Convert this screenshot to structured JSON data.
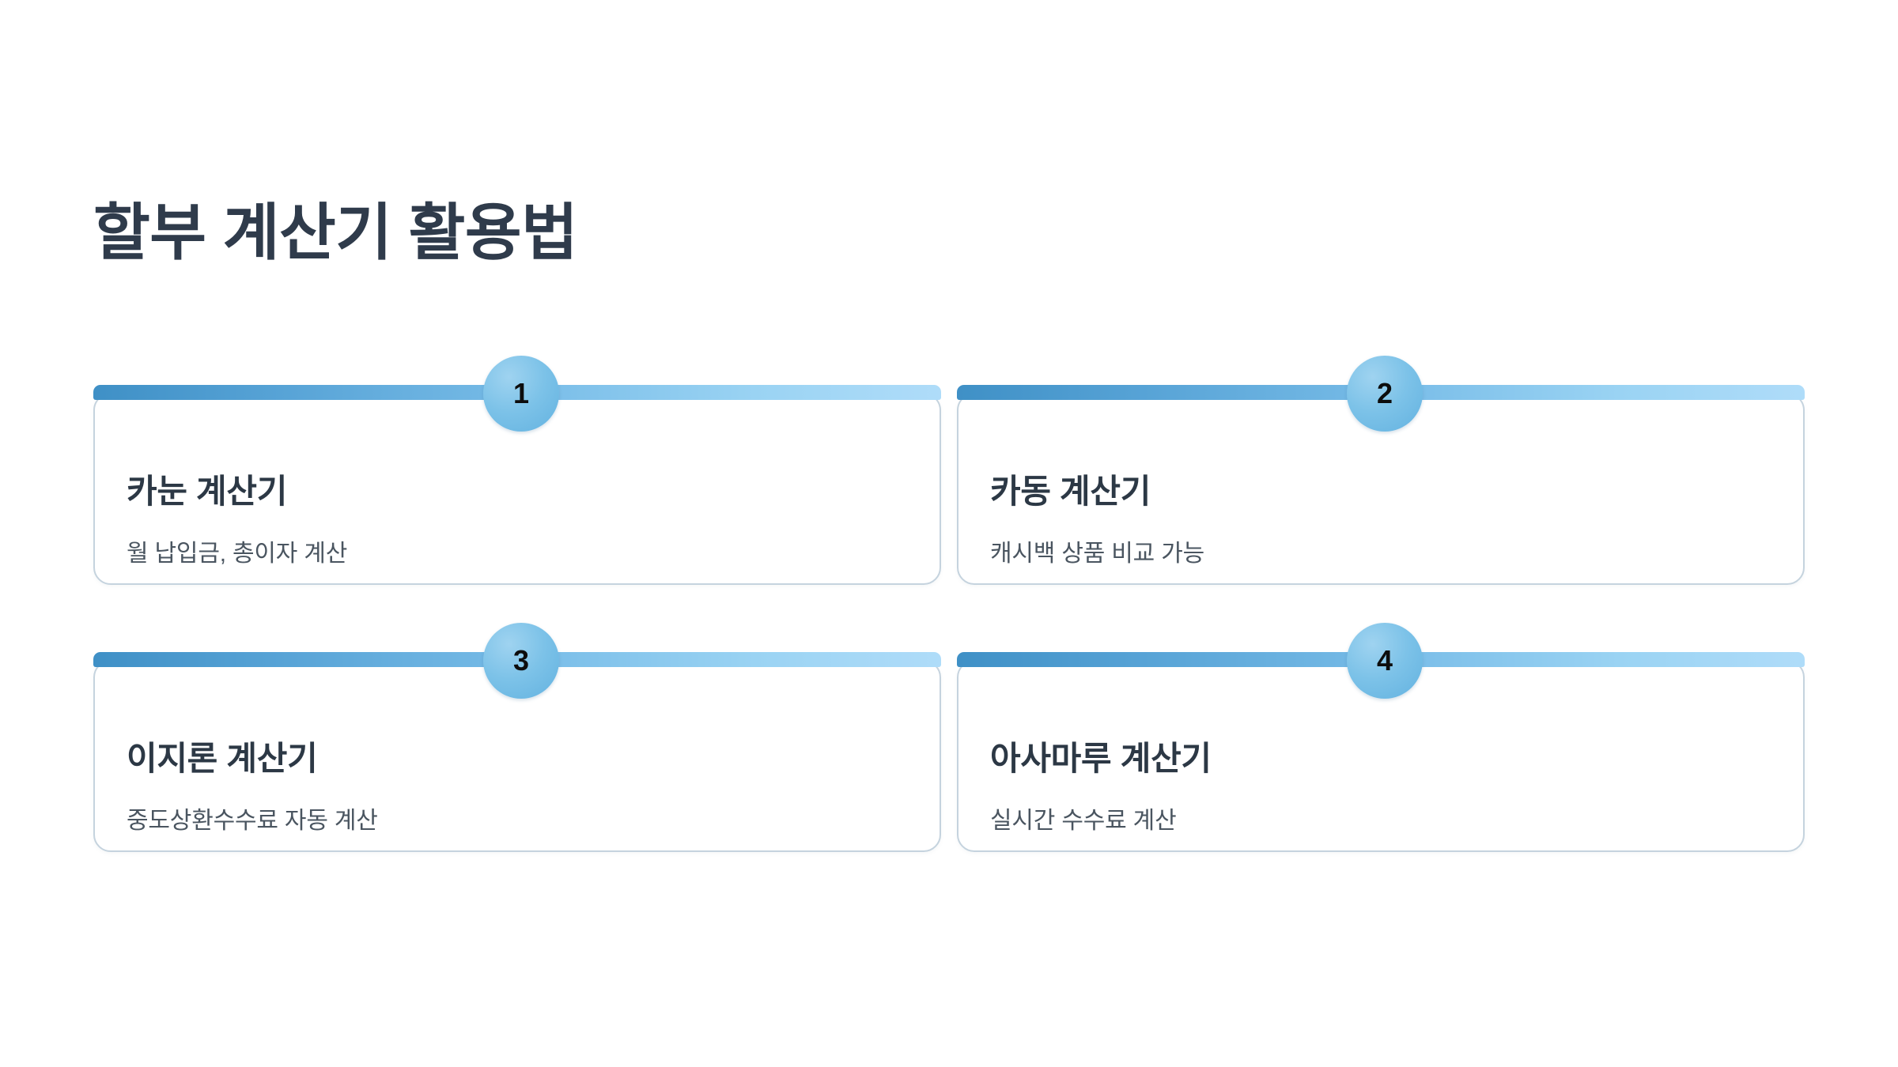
{
  "page": {
    "title": "할부 계산기 활용법",
    "background_color": "#ffffff",
    "title_color": "#2f3b4b"
  },
  "theme": {
    "bar_gradient_start": "#3f90c6",
    "bar_gradient_end": "#afdcf9",
    "badge_color": "#7cc2e8",
    "badge_text_color": "#0d0d0d",
    "card_border_color": "#c5d3de",
    "card_background": "#ffffff",
    "card_title_color": "#2c3845",
    "card_subtitle_color": "#4a5560"
  },
  "cards": [
    {
      "number": "1",
      "title": "카눈 계산기",
      "subtitle": "월 납입금, 총이자 계산"
    },
    {
      "number": "2",
      "title": "카동 계산기",
      "subtitle": "캐시백 상품 비교 가능"
    },
    {
      "number": "3",
      "title": "이지론 계산기",
      "subtitle": "중도상환수수료 자동 계산"
    },
    {
      "number": "4",
      "title": "아사마루 계산기",
      "subtitle": "실시간 수수료 계산"
    }
  ]
}
